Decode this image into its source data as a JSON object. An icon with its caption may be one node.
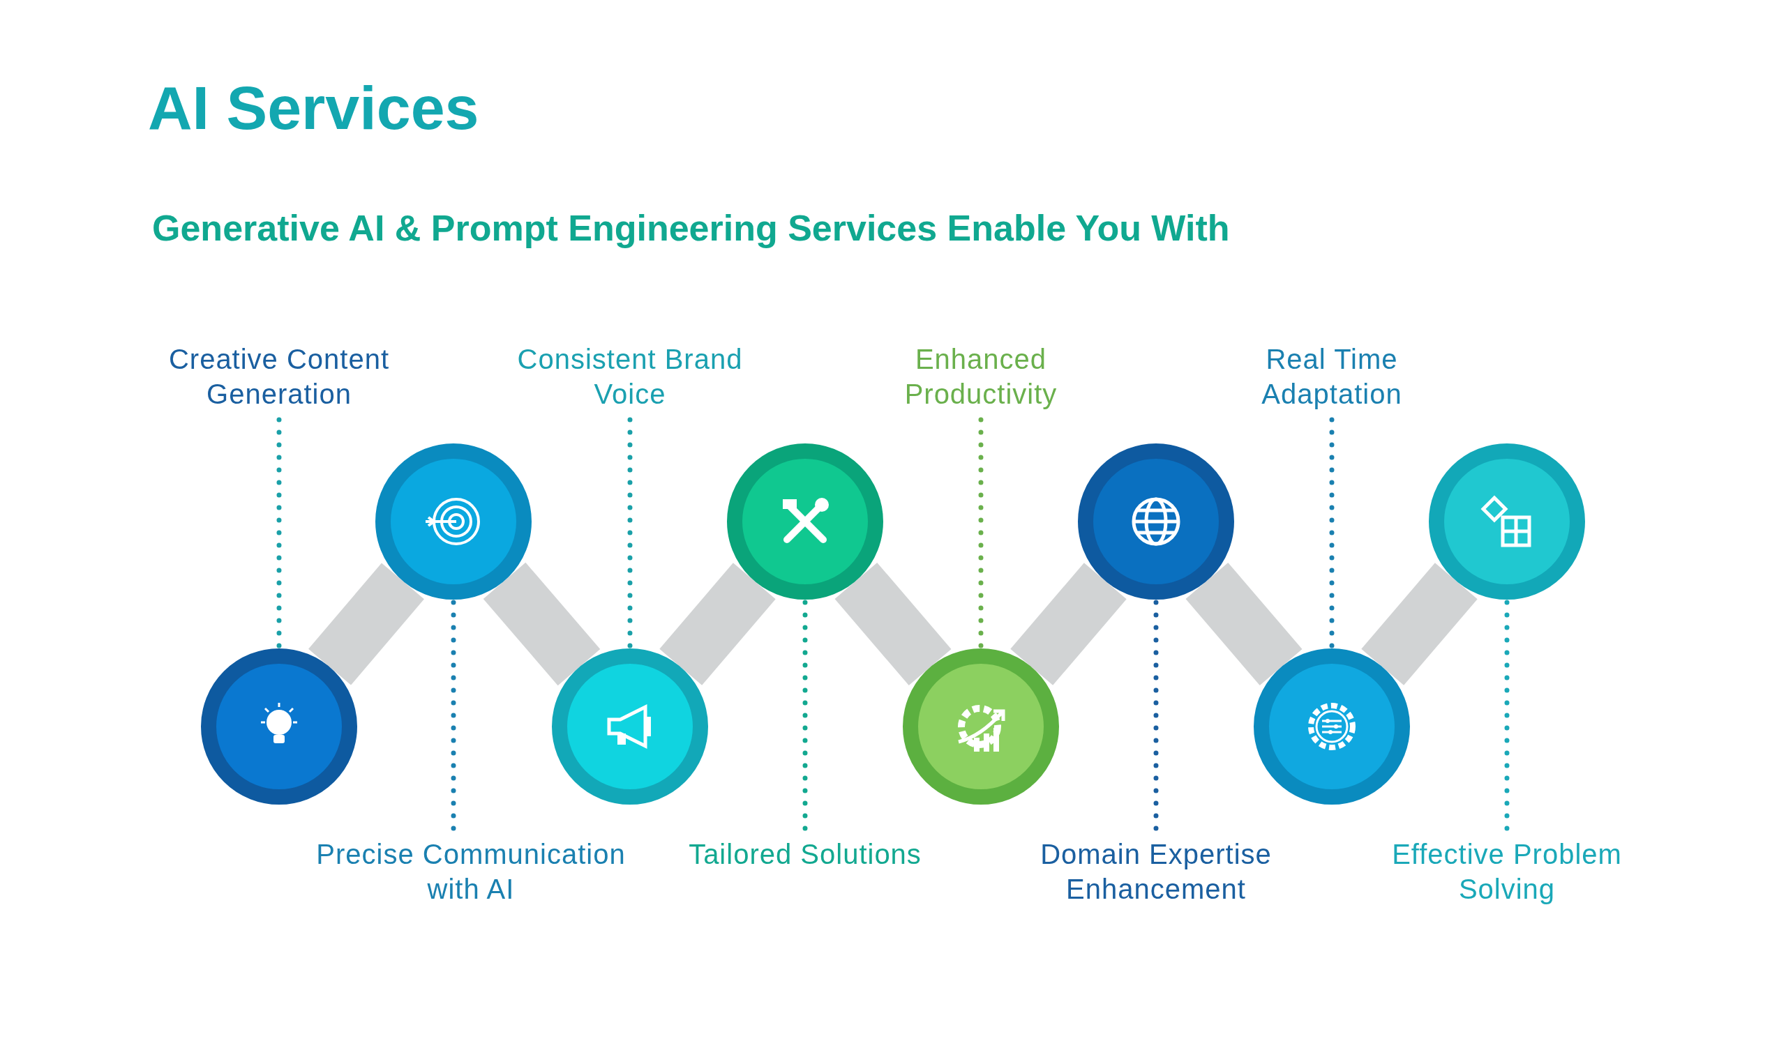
{
  "diagram": {
    "title": "AI Services",
    "caption": "Generative AI & Prompt Engineering Services Enable You With",
    "nodes": [
      {
        "text": [
          "Creative Content Generation"
        ]
      },
      {
        "text": [],
        "shape": "circle"
      },
      {
        "text": [
          "Precise Communication with AI"
        ]
      },
      {
        "text": [],
        "shape": "circle"
      },
      {
        "text": [
          "Consistent Brand Voice"
        ]
      },
      {
        "text": [],
        "shape": "circle"
      },
      {
        "text": [
          "Tailored Solutions"
        ]
      },
      {
        "text": [],
        "shape": "circle"
      },
      {
        "text": [
          "Enhanced Productivity"
        ]
      },
      {
        "text": [],
        "shape": "circle"
      },
      {
        "text": [
          "Domain Expertise Enhancement"
        ]
      },
      {
        "text": [],
        "shape": "circle"
      },
      {
        "text": [
          "Real Time Adaptation"
        ]
      },
      {
        "text": [],
        "shape": "circle"
      },
      {
        "text": [
          "Effective Problem Solving"
        ]
      },
      {
        "text": [],
        "shape": "circle"
      }
    ],
    "edges": [
      {
        "from": 0,
        "to": 1,
        "arrow": "none",
        "style": "dashed",
        "color": "#1aa0a8"
      },
      {
        "from": 2,
        "to": 3,
        "arrow": "none",
        "style": "dashed",
        "color": "#1a80b0"
      },
      {
        "from": 4,
        "to": 5,
        "arrow": "none",
        "style": "dashed",
        "color": "#1aa0a8"
      },
      {
        "from": 6,
        "to": 7,
        "arrow": "none",
        "style": "dashed",
        "color": "#12a890"
      },
      {
        "from": 8,
        "to": 9,
        "arrow": "none",
        "style": "dashed",
        "color": "#6ab04c"
      },
      {
        "from": 10,
        "to": 11,
        "arrow": "none",
        "style": "dashed",
        "color": "#1a5fa0"
      },
      {
        "from": 12,
        "to": 13,
        "arrow": "none",
        "style": "dashed",
        "color": "#1a80b0"
      },
      {
        "from": 14,
        "to": 15,
        "arrow": "none",
        "style": "dashed",
        "color": "#1aa8b8"
      },
      {
        "from": 1,
        "to": 3,
        "arrow": "none",
        "style": "thick",
        "color": "#d1d3d4"
      },
      {
        "from": 3,
        "to": 5,
        "arrow": "none",
        "style": "thick",
        "color": "#d1d3d4"
      },
      {
        "from": 5,
        "to": 7,
        "arrow": "none",
        "style": "thick",
        "color": "#d1d3d4"
      },
      {
        "from": 7,
        "to": 9,
        "arrow": "none",
        "style": "thick",
        "color": "#d1d3d4"
      },
      {
        "from": 9,
        "to": 11,
        "arrow": "none",
        "style": "thick",
        "color": "#d1d3d4"
      },
      {
        "from": 11,
        "to": 13,
        "arrow": "none",
        "style": "thick",
        "color": "#d1d3d4"
      },
      {
        "from": 13,
        "to": 15,
        "arrow": "none",
        "style": "thick",
        "color": "#d1d3d4"
      }
    ]
  }
}
